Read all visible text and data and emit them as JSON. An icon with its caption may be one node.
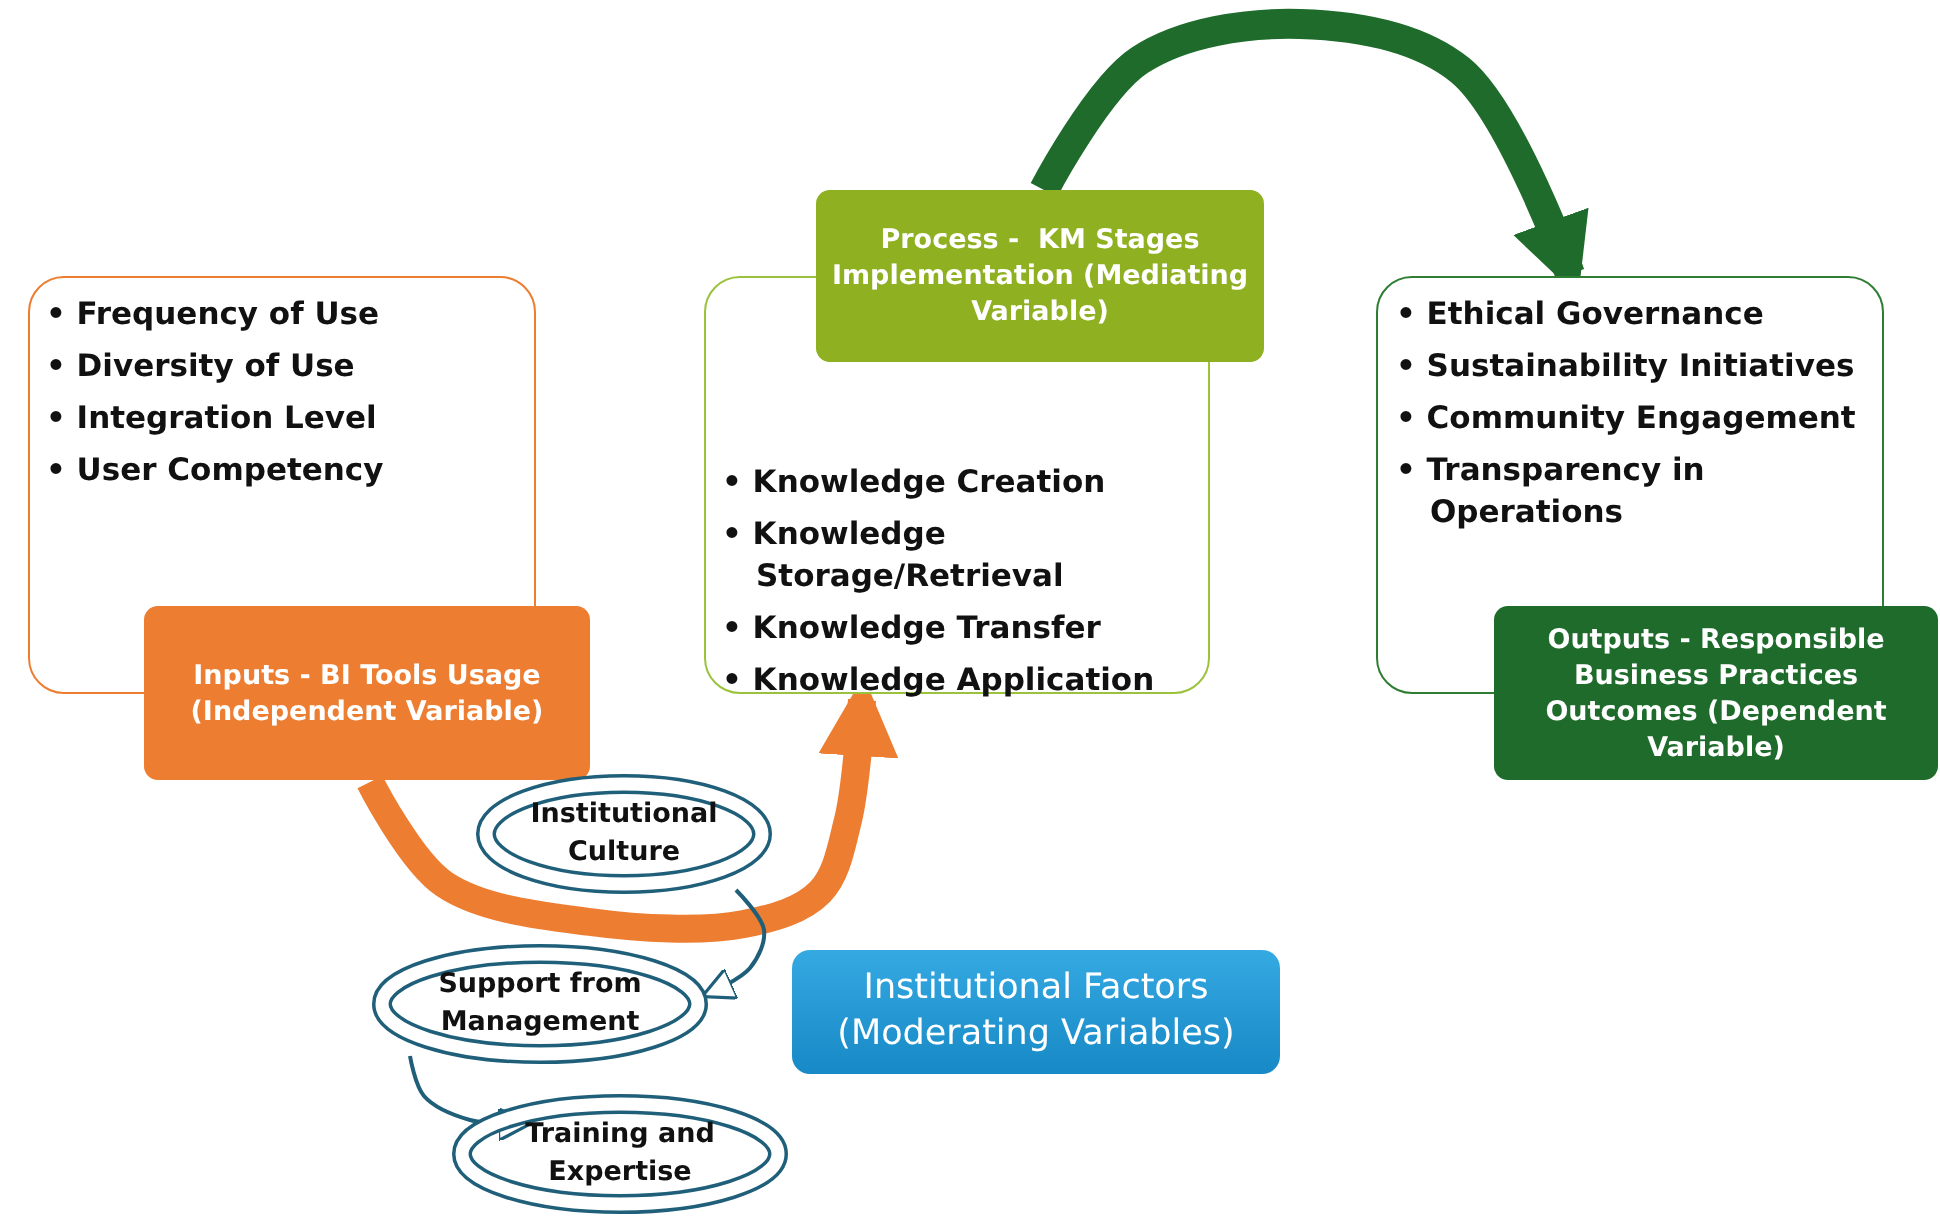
{
  "diagram": {
    "nodes": [
      {
        "text": [
          "Inputs - BI Tools Usage (Independent Variable)",
          "• Frequency of Use",
          "• Diversity of Use",
          "• Integration Level",
          "• User Competency"
        ]
      },
      {
        "text": [
          "Process -  KM Stages Implementation (Mediating Variable)",
          "• Knowledge Creation",
          "• Knowledge Storage/Retrieval",
          "• Knowledge Transfer",
          "• Knowledge Application"
        ]
      },
      {
        "text": [
          "Outputs - Responsible Business Practices Outcomes (Dependent Variable)",
          "• Ethical Governance",
          "• Sustainability Initiatives",
          "• Community Engagement",
          "• Transparency in Operations"
        ]
      },
      {
        "text": [
          "Institutional Factors (Moderating Variables)"
        ]
      },
      {
        "text": [
          "Institutional Culture"
        ]
      },
      {
        "text": [
          "Support from Management"
        ]
      },
      {
        "text": [
          "Training and Expertise"
        ]
      }
    ],
    "edges": [
      {
        "from": 0,
        "to": 1,
        "arrow": "to",
        "style": "thick",
        "color": "#ed7d31"
      },
      {
        "from": 1,
        "to": 2,
        "arrow": "to",
        "style": "thick",
        "color": "#1e6b2b"
      },
      {
        "from": 4,
        "to": 5,
        "arrow": "to",
        "color": "#1f5f7a"
      },
      {
        "from": 5,
        "to": 6,
        "arrow": "to",
        "color": "#1f5f7a"
      }
    ]
  }
}
